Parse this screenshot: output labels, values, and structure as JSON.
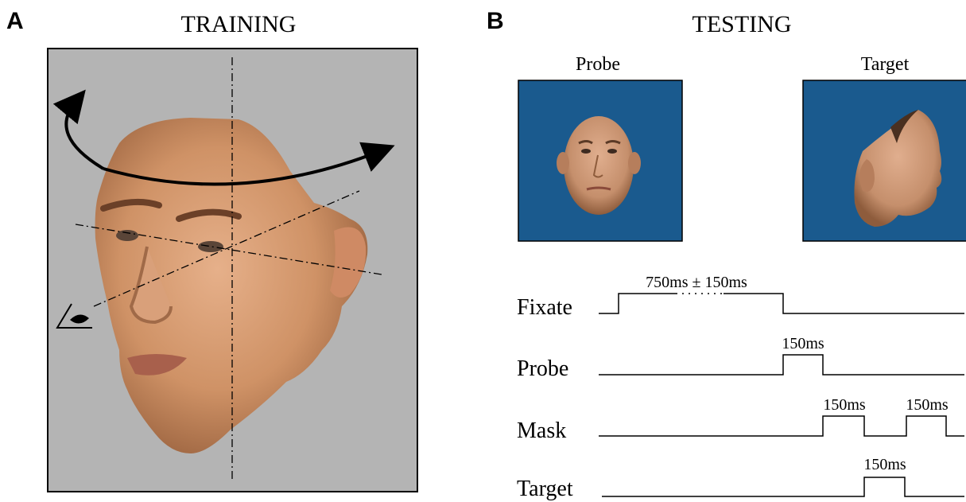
{
  "panel_a": {
    "letter": "A",
    "title": "TRAINING"
  },
  "panel_b": {
    "letter": "B",
    "title": "TESTING",
    "probe_label": "Probe",
    "target_label": "Target"
  },
  "timeline": {
    "rows": [
      {
        "label": "Fixate"
      },
      {
        "label": "Probe"
      },
      {
        "label": "Mask"
      },
      {
        "label": "Target"
      }
    ],
    "durations": {
      "fixate": "750ms ± 150ms",
      "probe": "150ms",
      "mask_1": "150ms",
      "mask_2": "150ms",
      "target": "150ms"
    }
  },
  "colors": {
    "training_bg": "#b4b4b4",
    "testing_bg": "#1a5a8e",
    "skin": "#d49870"
  }
}
